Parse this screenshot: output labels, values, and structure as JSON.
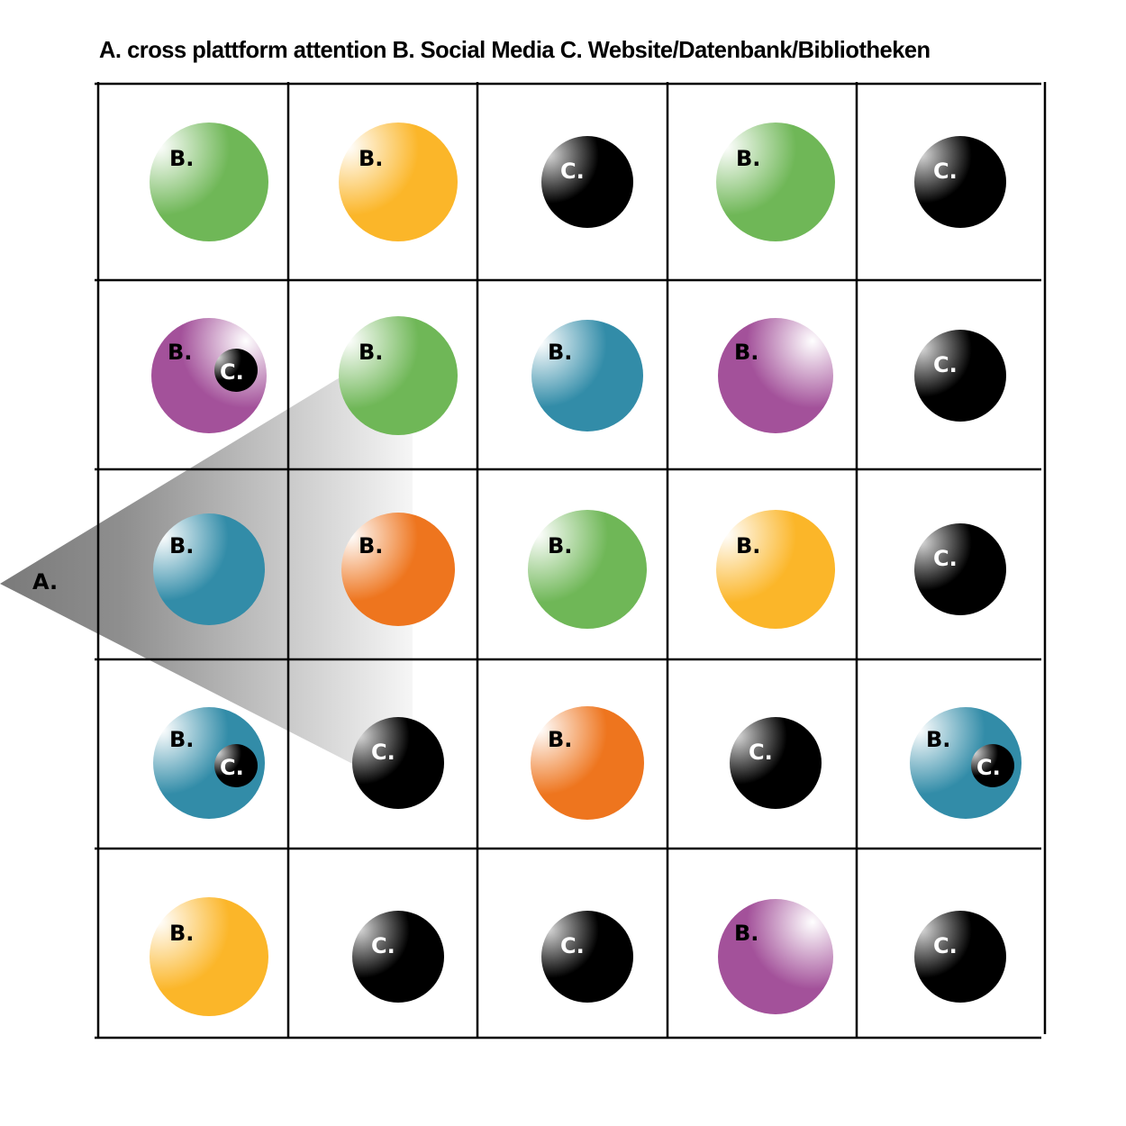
{
  "title": "A. cross plattform attention B. Social Media C. Website/Datenbank/Bibliotheken",
  "pointer_label": "A.",
  "labels": {
    "B": "B.",
    "C": "C."
  },
  "colors": {
    "green": "#6fb757",
    "yellow": "#fbb629",
    "blue": "#328ca8",
    "purple": "#a3519a",
    "orange": "#ee751e",
    "black": "#000000"
  },
  "grid": [
    [
      {
        "type": "B",
        "color": "green"
      },
      {
        "type": "B",
        "color": "yellow"
      },
      {
        "type": "C",
        "color": "black"
      },
      {
        "type": "B",
        "color": "green"
      },
      {
        "type": "C",
        "color": "black"
      }
    ],
    [
      {
        "type": "B",
        "color": "purple",
        "inner": "C"
      },
      {
        "type": "B",
        "color": "green"
      },
      {
        "type": "B",
        "color": "blue"
      },
      {
        "type": "B",
        "color": "purple"
      },
      {
        "type": "C",
        "color": "black"
      }
    ],
    [
      {
        "type": "B",
        "color": "blue"
      },
      {
        "type": "B",
        "color": "orange"
      },
      {
        "type": "B",
        "color": "green"
      },
      {
        "type": "B",
        "color": "yellow"
      },
      {
        "type": "C",
        "color": "black"
      }
    ],
    [
      {
        "type": "B",
        "color": "blue",
        "inner": "C"
      },
      {
        "type": "C",
        "color": "black"
      },
      {
        "type": "B",
        "color": "orange"
      },
      {
        "type": "C",
        "color": "black"
      },
      {
        "type": "B",
        "color": "blue",
        "inner": "C"
      }
    ],
    [
      {
        "type": "B",
        "color": "yellow"
      },
      {
        "type": "C",
        "color": "black"
      },
      {
        "type": "C",
        "color": "black"
      },
      {
        "type": "B",
        "color": "purple"
      },
      {
        "type": "C",
        "color": "black"
      }
    ]
  ]
}
